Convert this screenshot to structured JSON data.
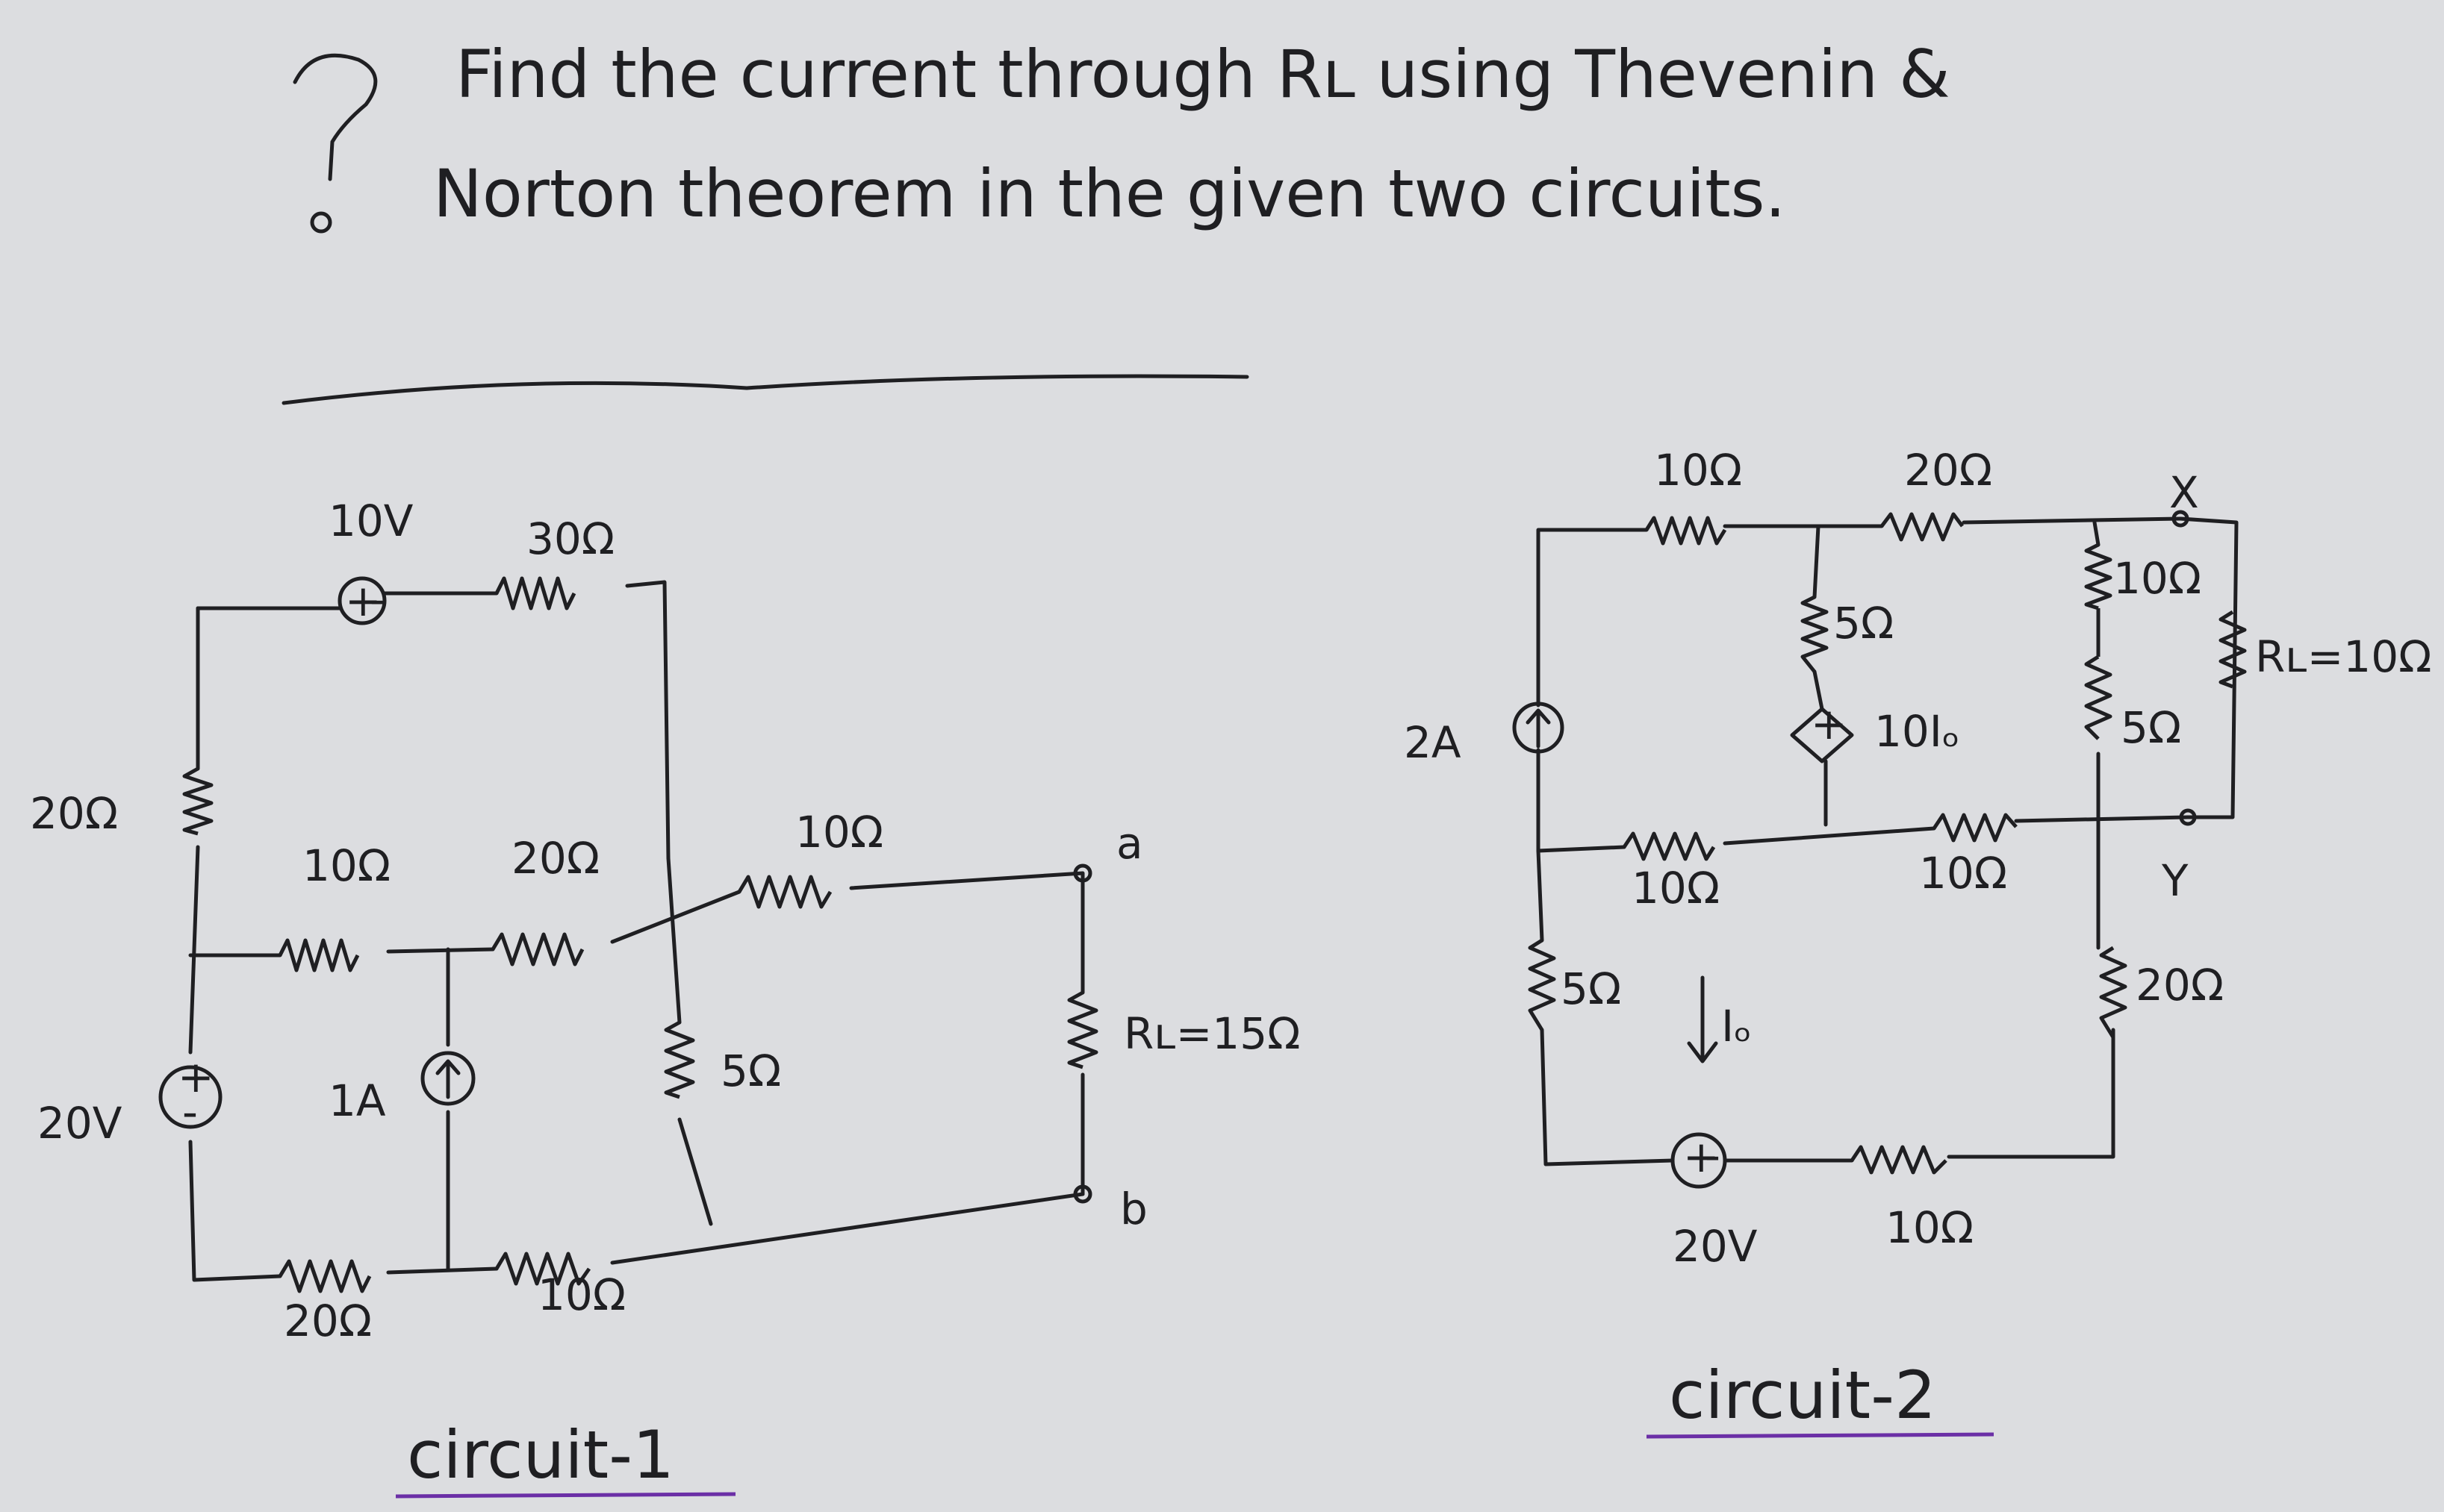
{
  "question": {
    "line1": "Find the current through Rʟ using Thevenin &",
    "line2": "Norton theorem in the given two circuits."
  },
  "circuit1": {
    "caption": "circuit-1",
    "src_10v": "10V",
    "r_30": "30Ω",
    "r_20_left": "20Ω",
    "r_10_a": "10Ω",
    "r_20_mid": "20Ω",
    "r_10_right": "10Ω",
    "node_a": "a",
    "src_20v": "20V",
    "src_1a": "1A",
    "r_5": "5Ω",
    "rl": "Rʟ=15Ω",
    "node_b": "b",
    "r_20_bottom": "20Ω",
    "r_10_bottom": "10Ω"
  },
  "circuit2": {
    "caption": "circuit-2",
    "r_10_top": "10Ω",
    "r_20_top": "20Ω",
    "node_x": "X",
    "r_5_vert": "5Ω",
    "r_10_vert": "10Ω",
    "rl": "Rʟ=10Ω",
    "src_2a": "2A",
    "dep_src": "10Iₒ",
    "r_5_right": "5Ω",
    "r_10_mid_left": "10Ω",
    "r_10_mid_right": "10Ω",
    "node_y": "Y",
    "r_5_left": "5Ω",
    "current_io": "Iₒ",
    "r_20_right": "20Ω",
    "src_20v": "20V",
    "r_10_bottom": "10Ω"
  }
}
